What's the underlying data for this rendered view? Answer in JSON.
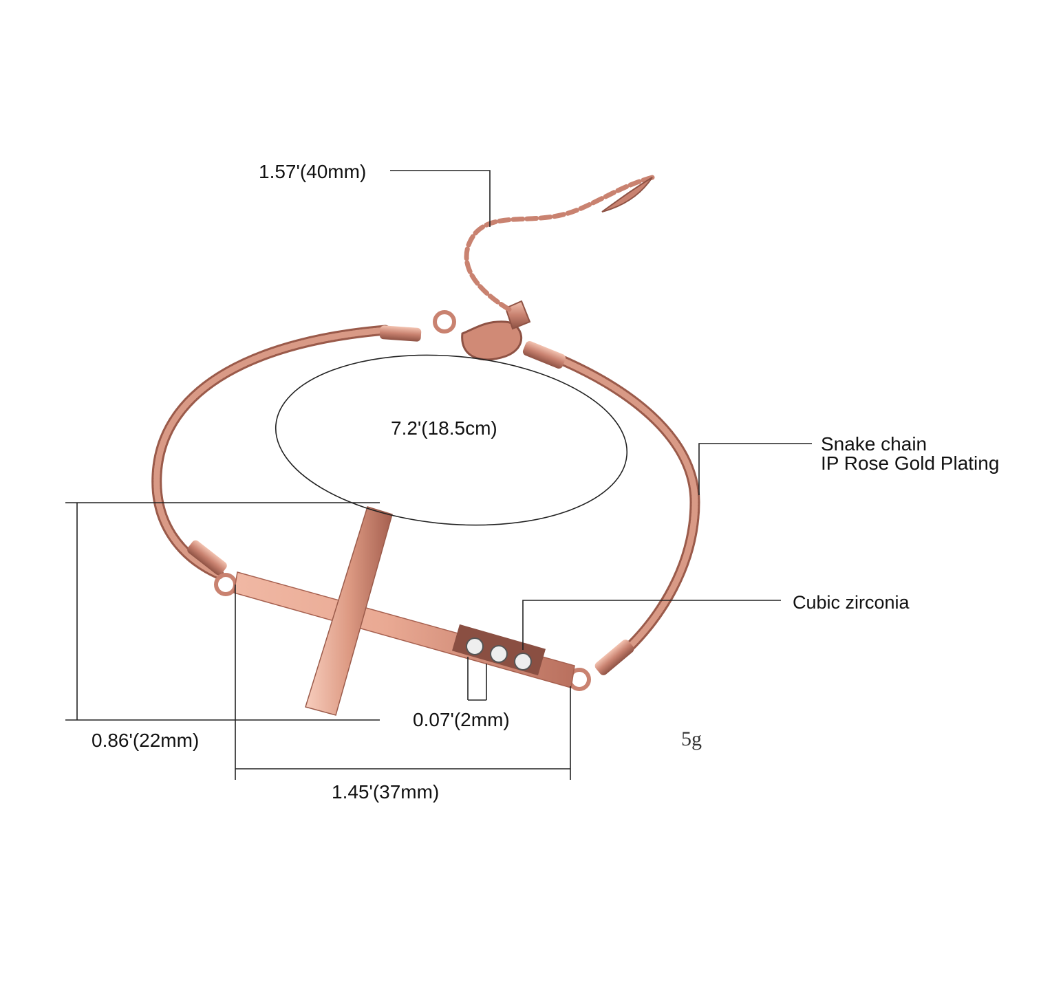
{
  "labels": {
    "extender_length": "1.57'(40mm)",
    "bracelet_length": "7.2'(18.5cm)",
    "chain_type": "Snake chain",
    "plating": "IP Rose Gold Plating",
    "stone": "Cubic zirconia",
    "cross_height": "0.86'(22mm)",
    "bar_thickness": "0.07'(2mm)",
    "cross_width": "1.45'(37mm)",
    "weight": "5g"
  },
  "colors": {
    "rose_gold": "#c98270",
    "rose_gold_light": "#f2c4b3",
    "rose_gold_dark": "#9a5a4a",
    "line": "#222222"
  }
}
